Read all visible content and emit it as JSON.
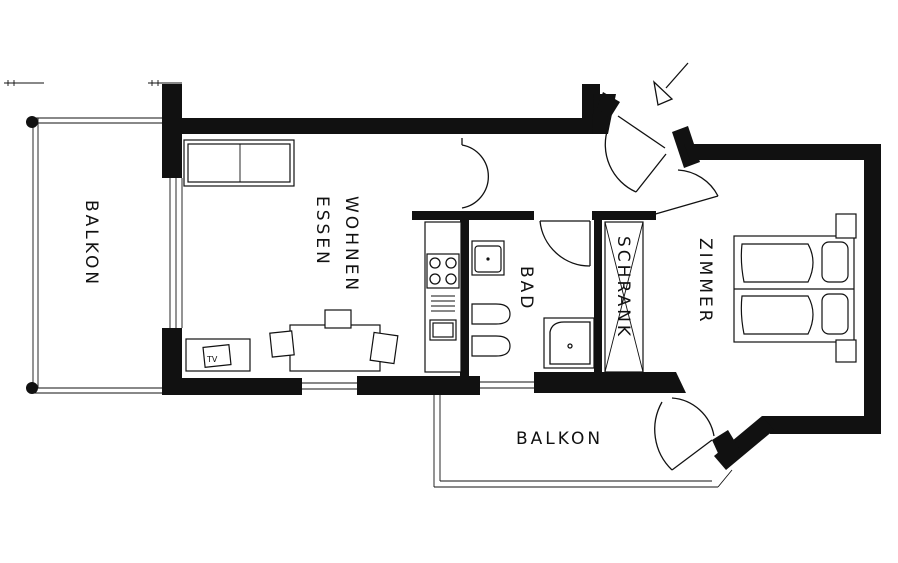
{
  "rooms": {
    "balkon_left": "BALKON",
    "wohnen": "WOHNEN",
    "essen": "ESSEN",
    "bad": "BAD",
    "schrank": "SCHRANK",
    "zimmer": "ZIMMER",
    "balkon_bottom": "BALKON"
  },
  "furniture": {
    "tv_label": "TV"
  },
  "colors": {
    "wall": "#111111",
    "background": "#ffffff"
  }
}
